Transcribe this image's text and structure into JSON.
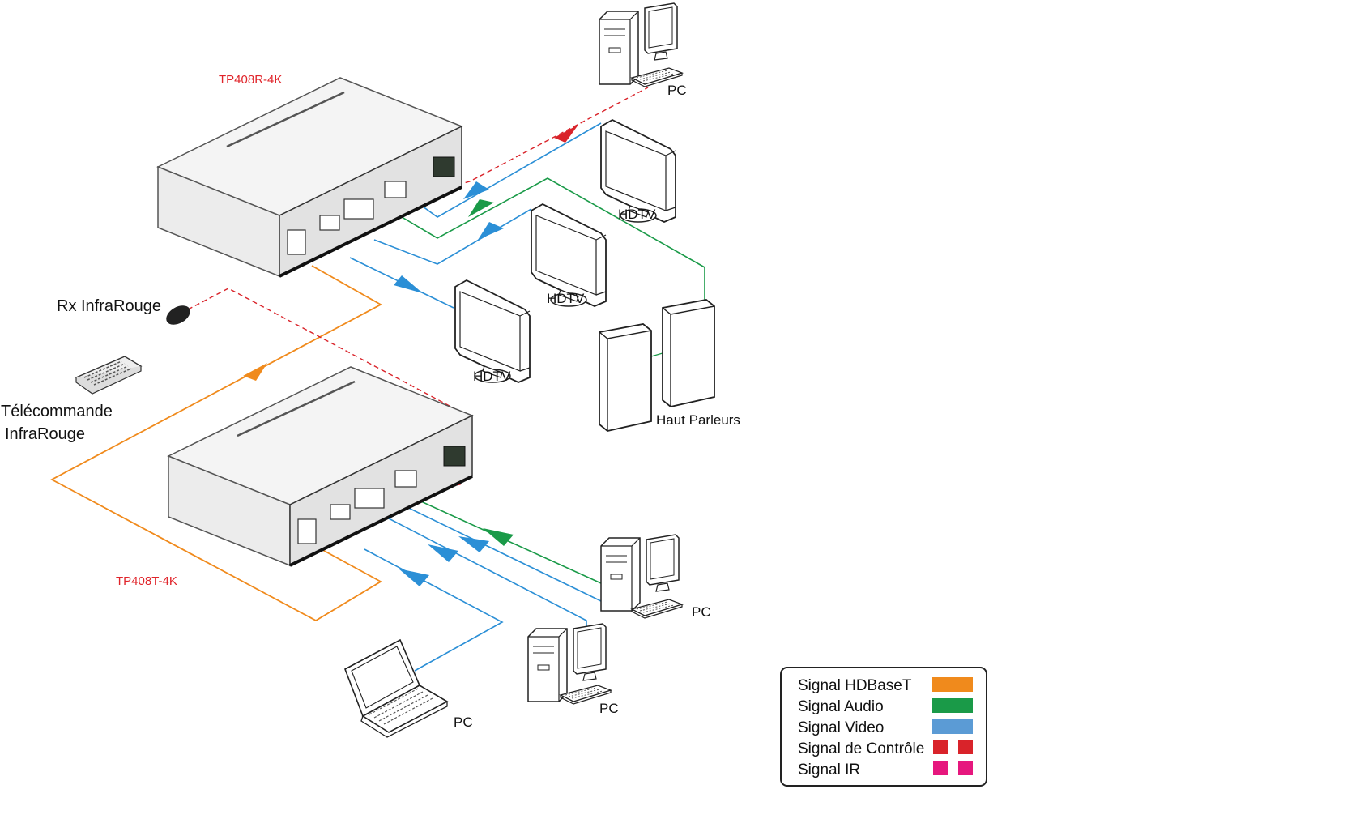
{
  "devices": {
    "receiver_label": "TP408R-4K",
    "transmitter_label": "TP408T-4K"
  },
  "labels": {
    "pc_top": "PC",
    "hdtv_1": "HDTV",
    "hdtv_2": "HDTV",
    "hdtv_3": "HDTV",
    "speakers": "Haut Parleurs",
    "ir_rx": "Rx InfraRouge",
    "remote_line1": "Télécommande",
    "remote_line2": "InfraRouge",
    "pc_right": "PC",
    "pc_middle": "PC",
    "pc_laptop": "PC"
  },
  "legend": {
    "items": [
      {
        "label": "Signal HDBaseT",
        "color": "#f08a1c",
        "style": "solid"
      },
      {
        "label": "Signal Audio",
        "color": "#1a9a48",
        "style": "solid"
      },
      {
        "label": "Signal Video",
        "color": "#5b9bd5",
        "style": "solid"
      },
      {
        "label": "Signal de Contrôle",
        "color": "#d9232a",
        "style": "dashed"
      },
      {
        "label": "Signal IR",
        "color": "#e6177e",
        "style": "dashed"
      }
    ]
  },
  "colors": {
    "hdbaset": "#f08a1c",
    "audio": "#1a9a48",
    "video": "#2b8fd6",
    "control": "#d9232a",
    "ir": "#e6177e",
    "device_label": "#e0242a"
  }
}
